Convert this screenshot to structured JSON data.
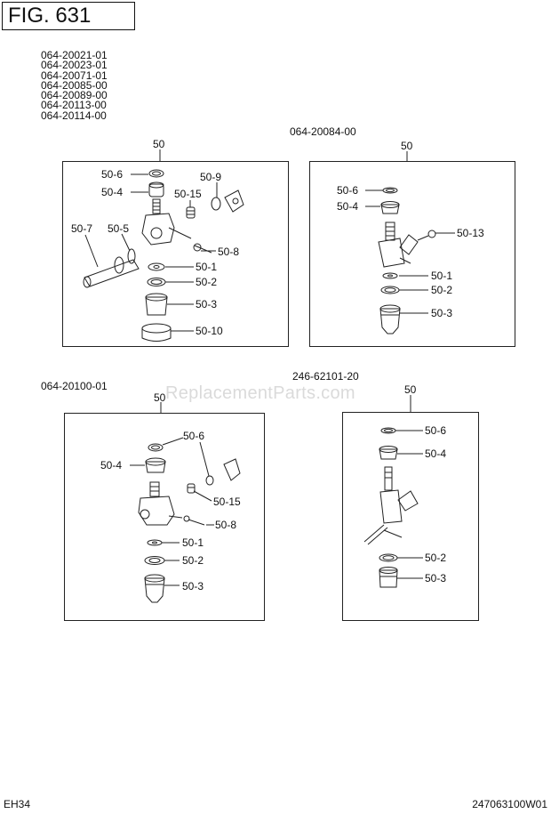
{
  "figure_label": "FIG. 631",
  "models_group_a": [
    "064-20021-01",
    "064-20023-01",
    "064-20071-01",
    "064-20085-00",
    "064-20089-00",
    "064-20113-00",
    "064-20114-00"
  ],
  "panels": [
    {
      "model": "",
      "ref": "50",
      "callouts": [
        "50-6",
        "50-4",
        "50-9",
        "50-15",
        "50-7",
        "50-5",
        "50-8",
        "50-1",
        "50-2",
        "50-3",
        "50-10"
      ]
    },
    {
      "model": "064-20084-00",
      "ref": "50",
      "callouts": [
        "50-6",
        "50-4",
        "50-13",
        "50-1",
        "50-2",
        "50-3"
      ]
    },
    {
      "model": "064-20100-01",
      "ref": "50",
      "callouts": [
        "50-6",
        "50-4",
        "50-15",
        "50-8",
        "50-1",
        "50-2",
        "50-3"
      ]
    },
    {
      "model": "246-62101-20",
      "ref": "50",
      "callouts": [
        "50-6",
        "50-4",
        "50-2",
        "50-3"
      ]
    }
  ],
  "watermark": "ReplacementParts.com",
  "footer": {
    "left": "EH34",
    "right": "247063100W01"
  }
}
